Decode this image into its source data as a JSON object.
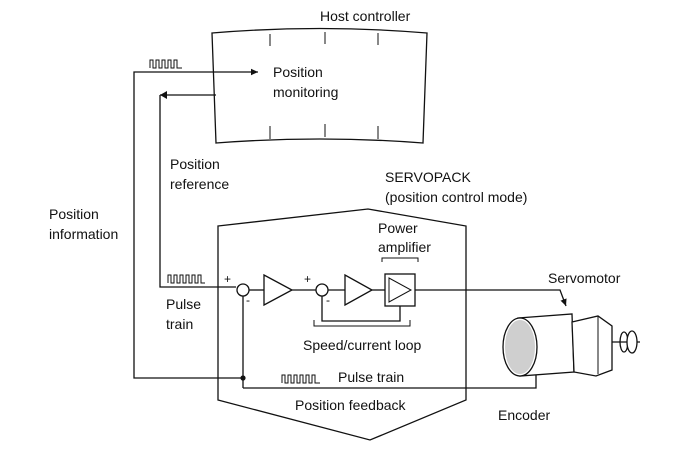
{
  "labels": {
    "host_controller": "Host controller",
    "position_monitoring_1": "Position",
    "position_monitoring_2": "monitoring",
    "position_reference_1": "Position",
    "position_reference_2": "reference",
    "position_information_1": "Position",
    "position_information_2": "information",
    "servopack_1": "SERVOPACK",
    "servopack_2": "(position control mode)",
    "power_amplifier_1": "Power",
    "power_amplifier_2": "amplifier",
    "pulse_train_ref_1": "Pulse",
    "pulse_train_ref_2": "train",
    "speed_current_loop": "Speed/current loop",
    "servomotor": "Servomotor",
    "pulse_train_feedback": "Pulse train",
    "position_feedback": "Position feedback",
    "encoder": "Encoder"
  },
  "signs": {
    "plus": "+",
    "minus": "-"
  }
}
